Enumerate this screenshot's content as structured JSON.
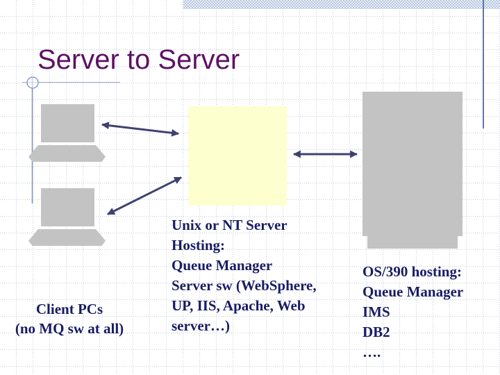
{
  "slide": {
    "title": "Server to Server"
  },
  "colors": {
    "title_text": "#5e1163",
    "body_text": "#181c63",
    "arrow": "#3e4270",
    "server_box_fill": "#feffcf",
    "hardware_gray": "#c3c3c3",
    "top_band_blue": "#c7d3e8",
    "accent_line_blue": "#8ba0c4",
    "right_rule_blue": "#5d77a0",
    "grid_dot": "#c6cbdb"
  },
  "nodes": {
    "client": {
      "lines": [
        "Client PCs",
        "(no MQ sw at all)"
      ]
    },
    "unix": {
      "lines": [
        "Unix or NT Server",
        "Hosting:",
        "Queue Manager",
        "Server sw (WebSphere,",
        "UP, IIS, Apache, Web",
        "server…)"
      ]
    },
    "mainframe": {
      "lines": [
        "OS/390 hosting:",
        "Queue Manager",
        "IMS",
        "DB2",
        "…."
      ]
    }
  }
}
